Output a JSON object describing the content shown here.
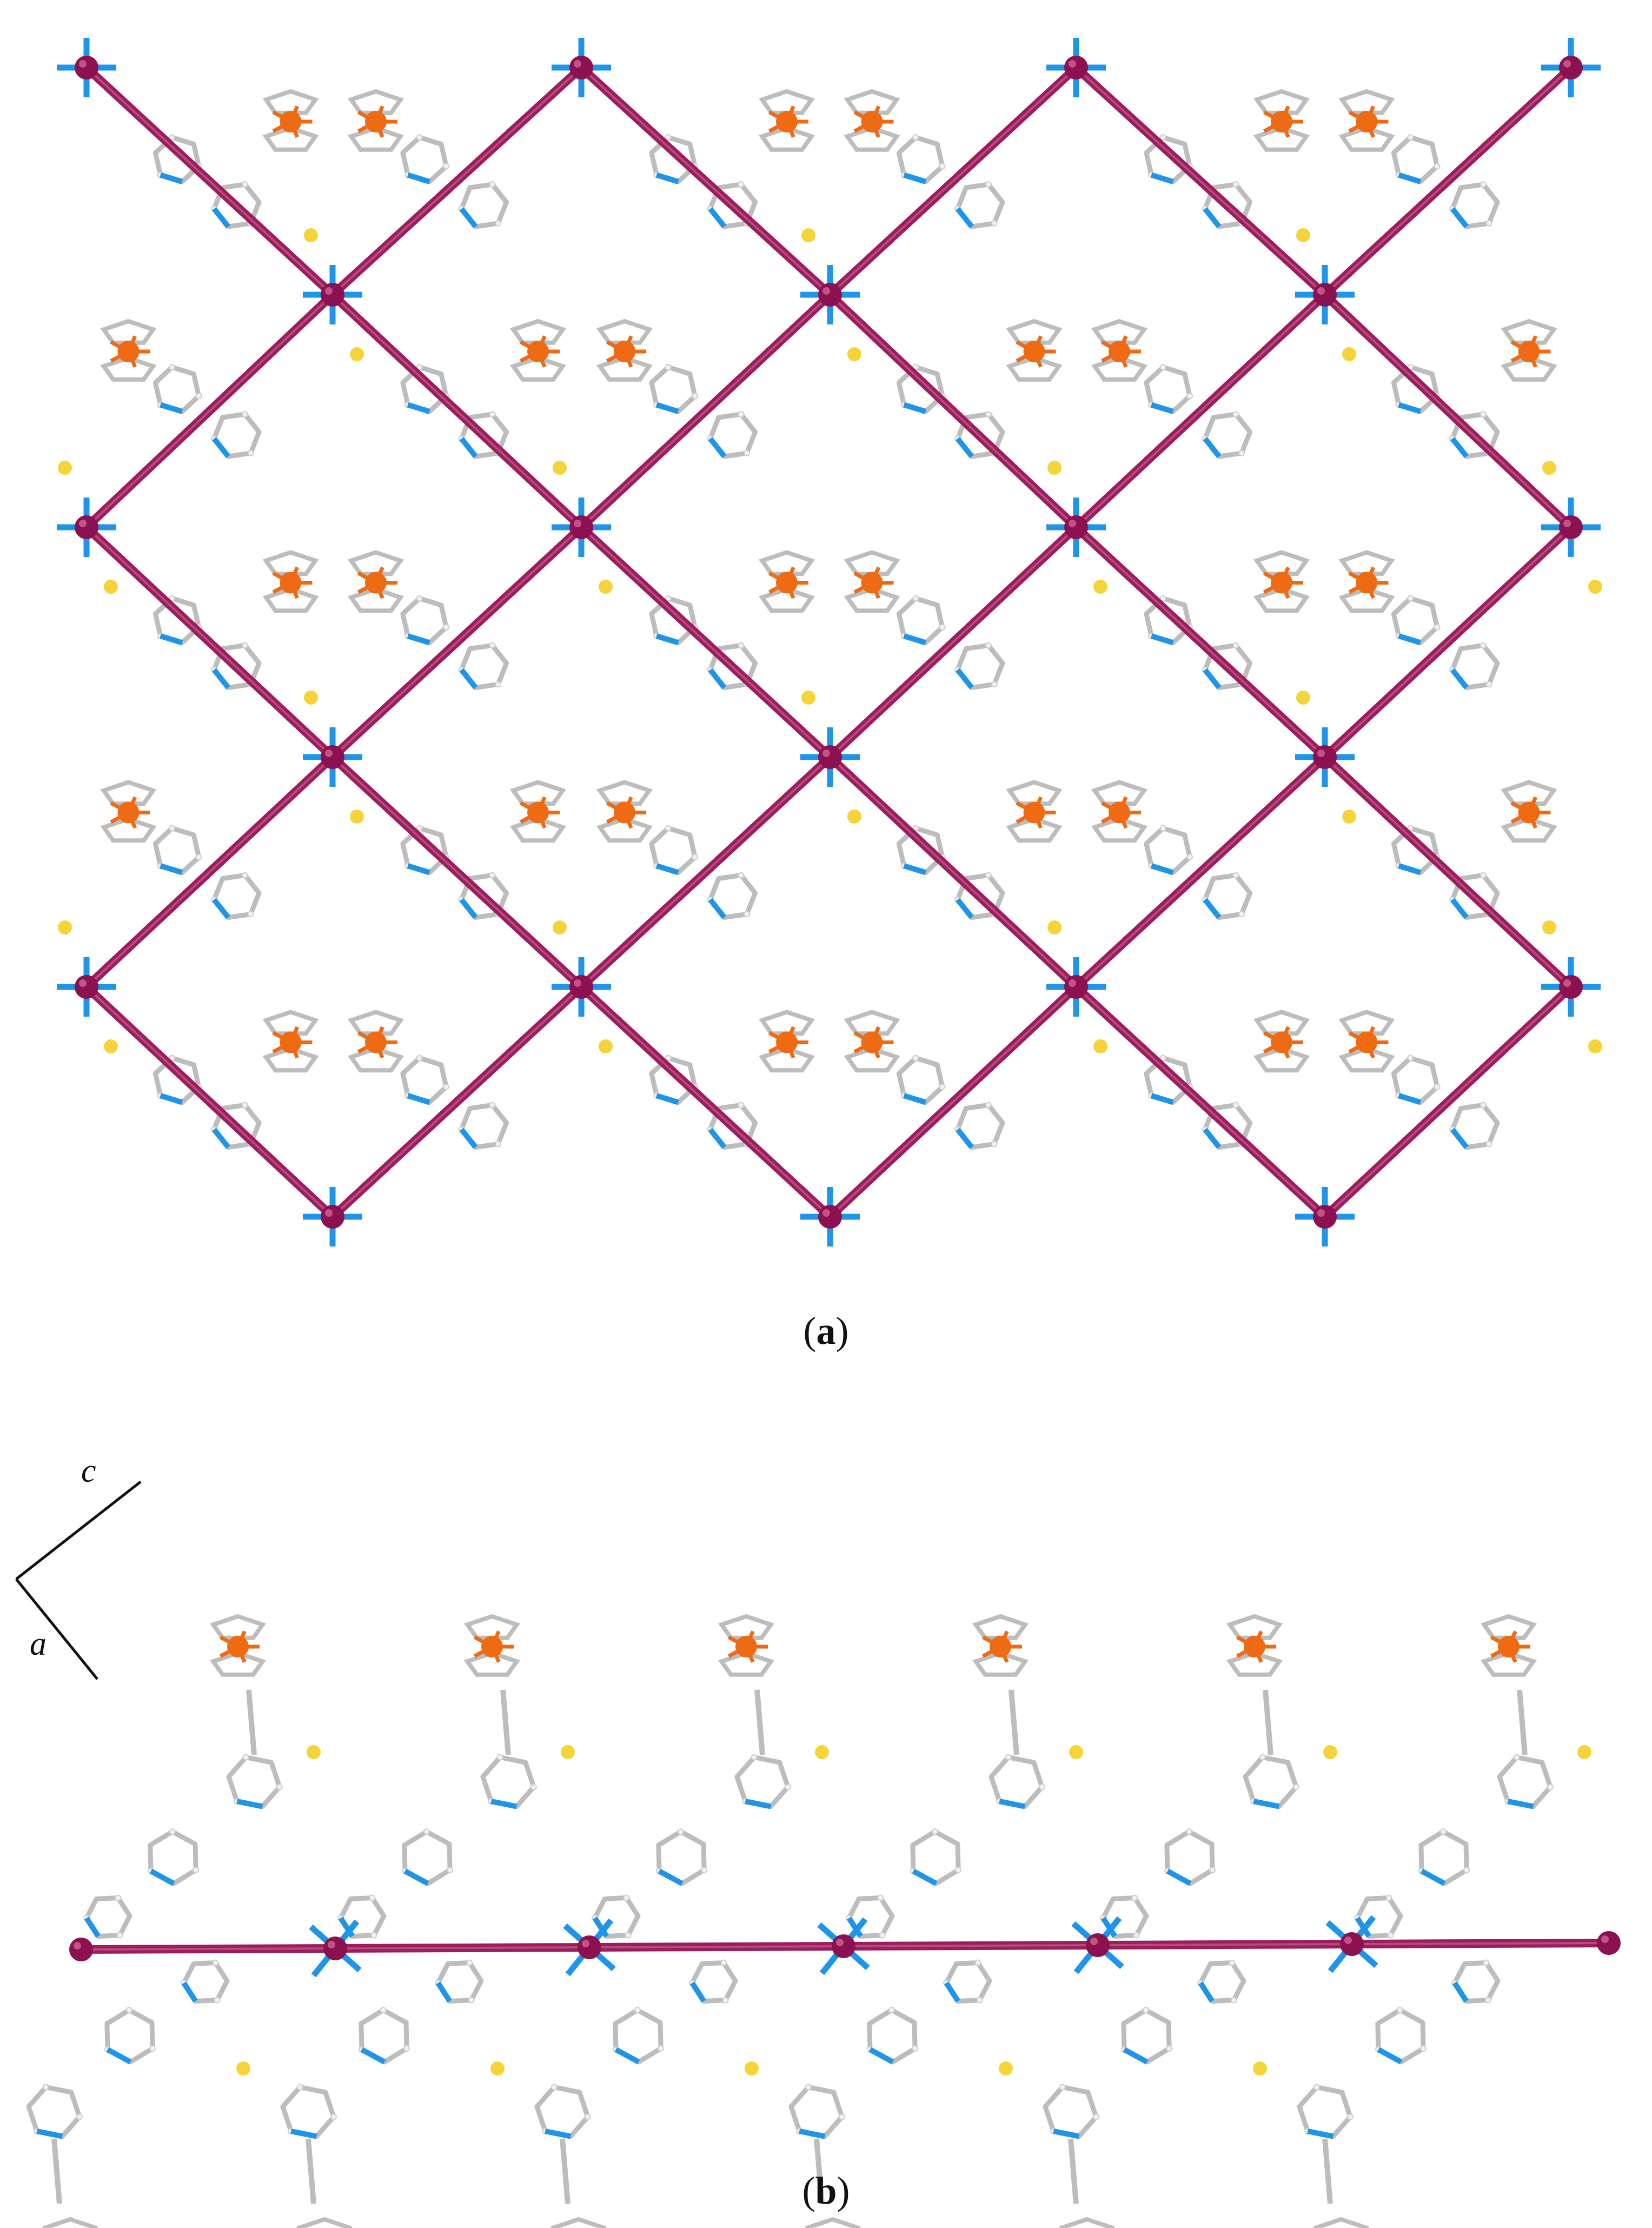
{
  "panels": [
    {
      "id": "a",
      "caption_open": "(",
      "caption_letter": "a",
      "caption_close": ")"
    },
    {
      "id": "b",
      "caption_open": "(",
      "caption_letter": "b",
      "caption_close": ")"
    }
  ],
  "axes": {
    "c_label": "c",
    "a_label": "a"
  },
  "colors": {
    "metal_node": "#8c1150",
    "framework_bond": "#9b1d5c",
    "iron": "#ee6a13",
    "nitrogen": "#1e95e8",
    "carbon": "#bdbdbd",
    "hydrogen": "#f2f2f2",
    "sulfur": "#f5d43a",
    "axis": "#111111"
  }
}
